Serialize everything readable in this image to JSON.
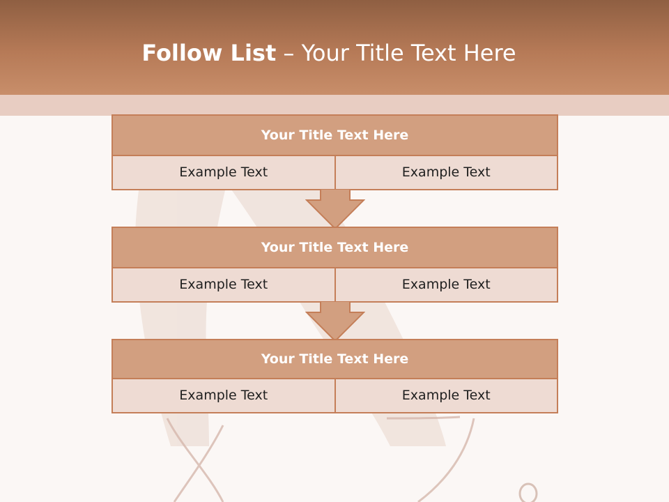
{
  "slide": {
    "title_bold": "Follow List",
    "title_rest": "– Your Title Text Here",
    "blocks": [
      {
        "title": "Your Title Text Here",
        "left": "Example Text",
        "right": "Example Text"
      },
      {
        "title": "Your Title Text Here",
        "left": "Example Text",
        "right": "Example Text"
      },
      {
        "title": "Your Title Text Here",
        "left": "Example Text",
        "right": "Example Text"
      }
    ]
  },
  "colors": {
    "header_top": "#8f5f42",
    "header_bottom": "#c88e6a",
    "block_header": "#d29f80",
    "block_row": "#eedbd3",
    "border": "#c47e58",
    "background": "#fbf7f5"
  }
}
